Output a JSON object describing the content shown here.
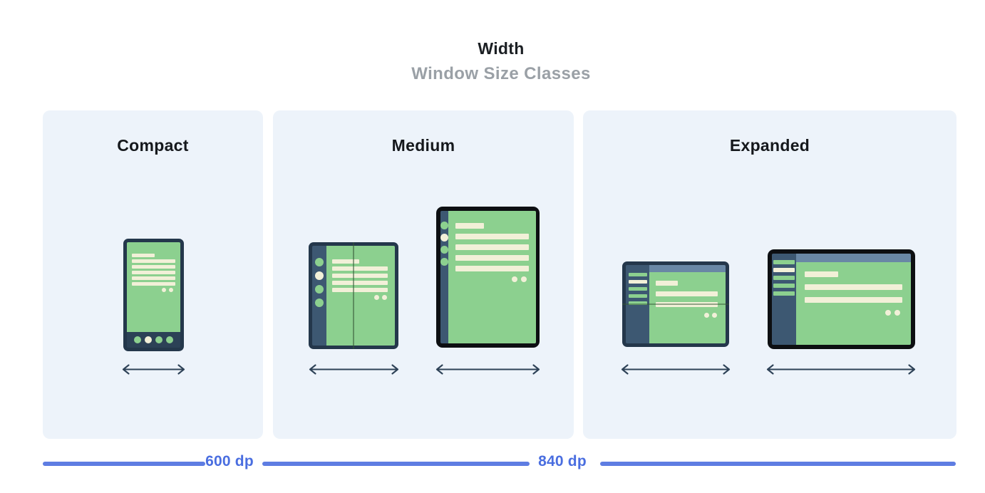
{
  "header": {
    "title": "Width",
    "subtitle": "Window Size Classes"
  },
  "panels": [
    {
      "label": "Compact",
      "illustrations": [
        "phone-portrait"
      ]
    },
    {
      "label": "Medium",
      "illustrations": [
        "foldable-portrait",
        "tablet-portrait"
      ]
    },
    {
      "label": "Expanded",
      "illustrations": [
        "foldable-landscape",
        "tablet-landscape"
      ]
    }
  ],
  "scale": {
    "labels": [
      "600 dp",
      "840 dp"
    ]
  },
  "icons": {
    "width_arrow": "double-headed-horizontal-arrow"
  },
  "colors": {
    "panel_background": "#EDF3FA",
    "device_frame_navy": "#24374B",
    "device_frame_black": "#0D0F12",
    "nav_rail_navy": "#3D5872",
    "screen_green": "#8CD08F",
    "placeholder_cream": "#F2F0D8",
    "top_bar_blue_gray": "#6987A5",
    "fold_seam_green": "#38583A",
    "arrow_navy": "#2E4257",
    "scale_line_blue": "#5E7DE2",
    "scale_label_blue": "#4A6EE0",
    "title_black": "#1B1F23",
    "subtitle_gray": "#9AA0A6"
  }
}
